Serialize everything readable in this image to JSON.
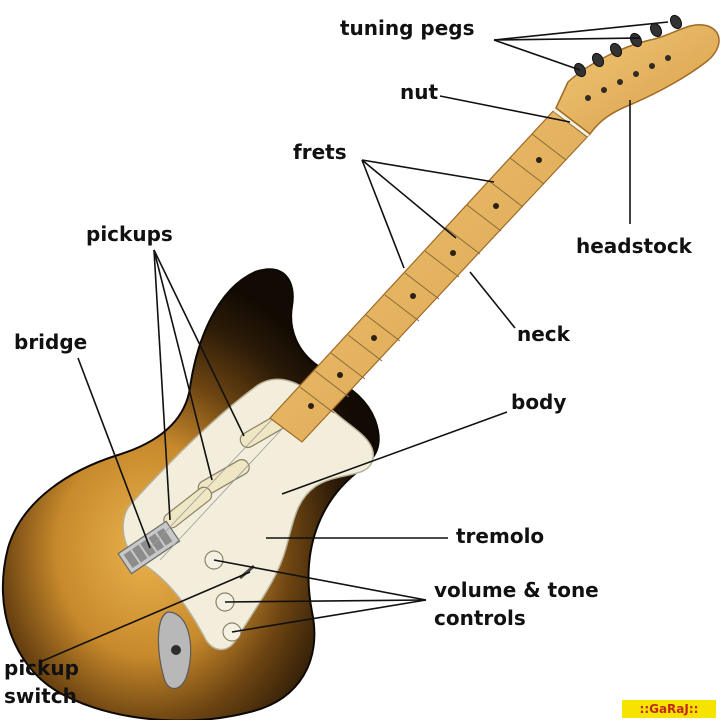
{
  "labels": {
    "tuning_pegs": "tuning pegs",
    "nut": "nut",
    "frets": "frets",
    "headstock": "headstock",
    "pickups": "pickups",
    "neck": "neck",
    "bridge": "bridge",
    "body": "body",
    "tremolo": "tremolo",
    "volume_tone_1": "volume & tone",
    "volume_tone_2": "controls",
    "pickup_switch_1": "pickup",
    "pickup_switch_2": "switch"
  },
  "watermark": "::GaRaJ::",
  "colors": {
    "sunburst_edge": "#1a1206",
    "sunburst_center": "#e2a846",
    "pickguard": "#f3eedb",
    "maple": "#e8b865",
    "chrome": "#c8c8c8",
    "watermark_bg": "#f6e400",
    "watermark_text": "#c2281d"
  }
}
